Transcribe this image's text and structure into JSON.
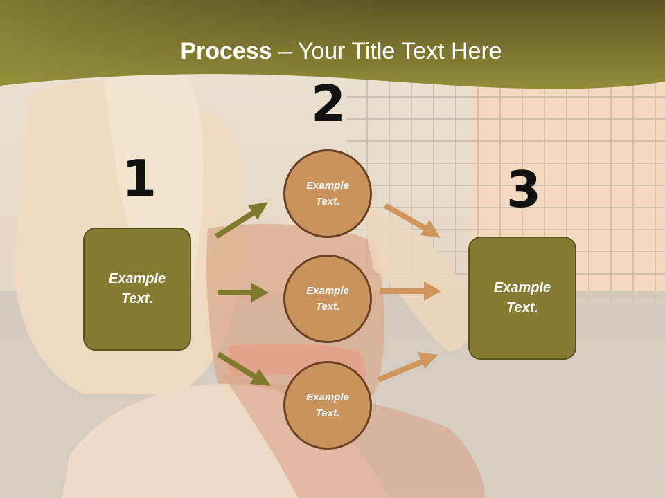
{
  "slide": {
    "title_bold": "Process",
    "title_rest": " – Your Title Text Here",
    "numbers": [
      "1",
      "2",
      "3"
    ],
    "left_box_text": "Example Text.",
    "right_box_text": "Example Text.",
    "circles": [
      "Example Text.",
      "Example Text.",
      "Example Text."
    ]
  },
  "colors": {
    "banner": "#8c8533",
    "box": "#857b33",
    "circle": "#c9935d",
    "arrow_green": "#7f7a2e",
    "arrow_orange": "#cf955c"
  }
}
